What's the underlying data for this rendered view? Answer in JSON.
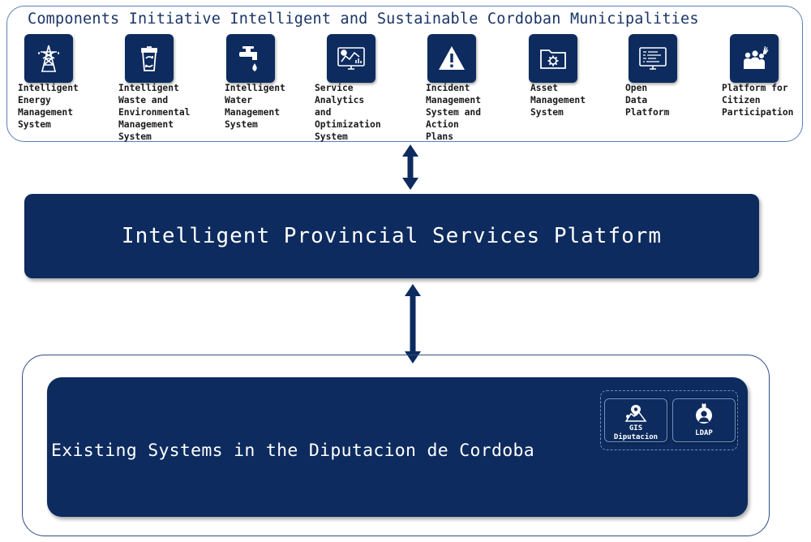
{
  "top_section": {
    "title": "Components Initiative Intelligent and Sustainable Cordoban Municipalities",
    "components": [
      {
        "label": "Intelligent\nEnergy\nManagement\nSystem",
        "icon": "power-tower-icon"
      },
      {
        "label": "Intelligent\nWaste and\nEnvironmental\nManagement\nSystem",
        "icon": "recycle-bin-icon"
      },
      {
        "label": "Intelligent\nWater\nManagement\nSystem",
        "icon": "water-tap-icon"
      },
      {
        "label": "Service\nAnalytics and\nOptimization\nSystem",
        "icon": "analytics-monitor-icon"
      },
      {
        "label": "Incident\nManagement\nSystem and\nAction Plans",
        "icon": "warning-icon"
      },
      {
        "label": "Asset\nManagement\nSystem",
        "icon": "folder-gear-icon"
      },
      {
        "label": "Open Data\nPlatform",
        "icon": "data-monitor-icon"
      },
      {
        "label": "Platform for\nCitizen\nParticipation",
        "icon": "citizens-icon"
      }
    ]
  },
  "platform": {
    "label": "Intelligent Provincial Services Platform"
  },
  "existing": {
    "label": "Existing Systems in the Diputacion de Cordoba",
    "subsystems": [
      {
        "label": "GIS\nDiputacion",
        "icon": "map-pin-icon"
      },
      {
        "label": "LDAP",
        "icon": "user-lock-icon"
      }
    ]
  },
  "colors": {
    "navy": "#0d2b5e",
    "frame_border": "#5b7fb8",
    "title_text": "#1b3566"
  }
}
